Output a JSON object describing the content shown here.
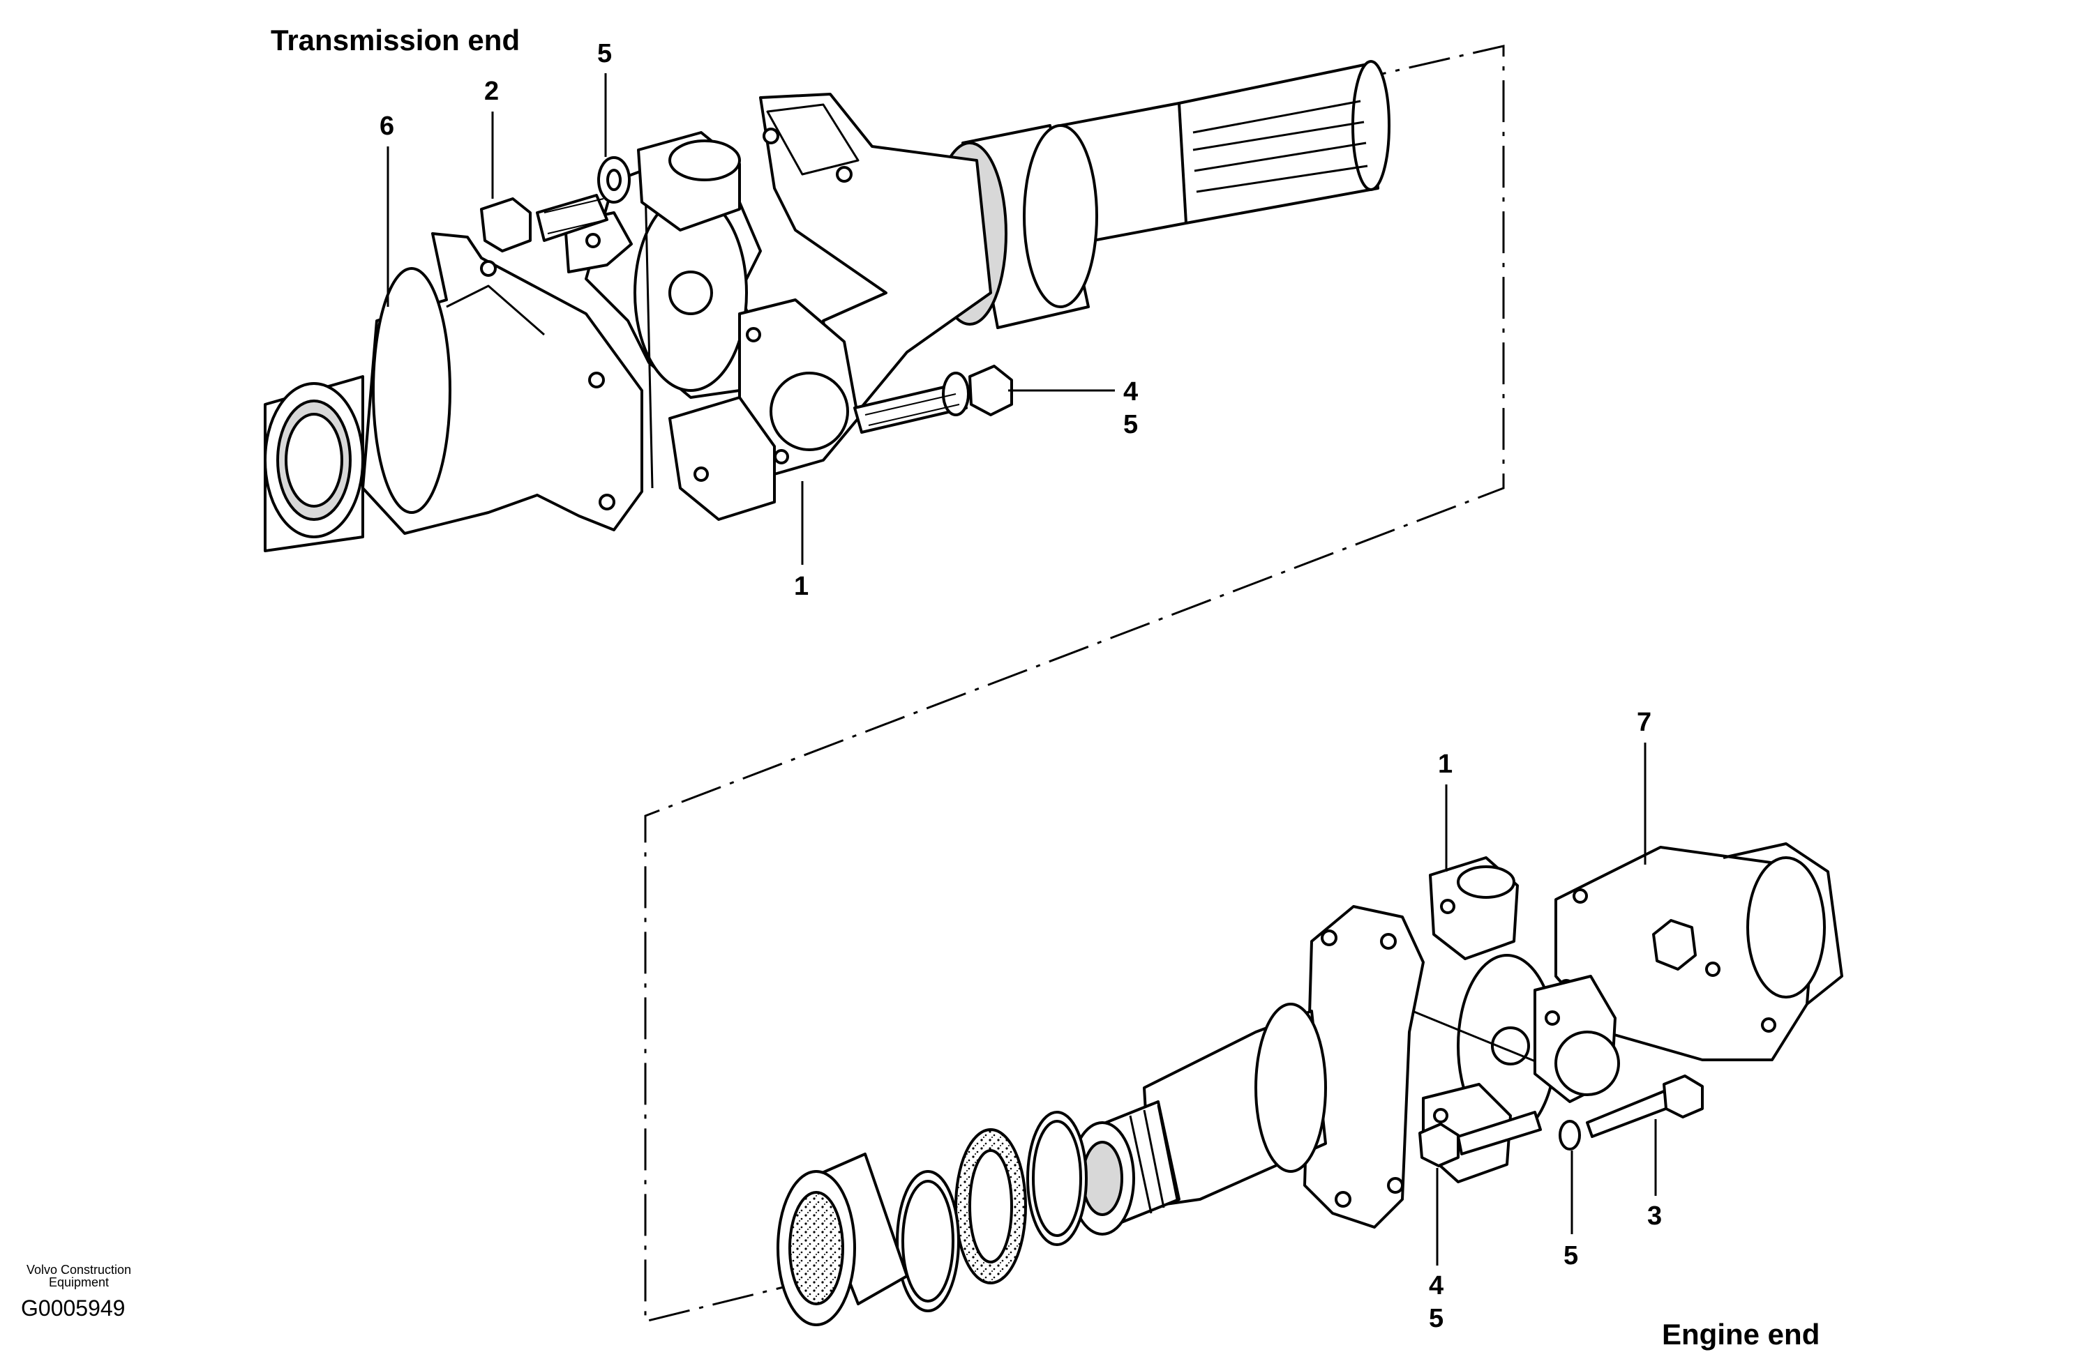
{
  "headings": {
    "top": "Transmission end",
    "bottom": "Engine end"
  },
  "callouts": {
    "top": [
      "5",
      "2",
      "6",
      "4",
      "5",
      "1"
    ],
    "bottom": [
      "7",
      "1",
      "3",
      "5",
      "4",
      "5"
    ]
  },
  "footer": {
    "brand_line1": "Volvo Construction",
    "brand_line2": "Equipment",
    "doc_id": "G0005949"
  },
  "colors": {
    "ink": "#000000",
    "paper": "#ffffff",
    "shade": "#d8d8d8"
  }
}
